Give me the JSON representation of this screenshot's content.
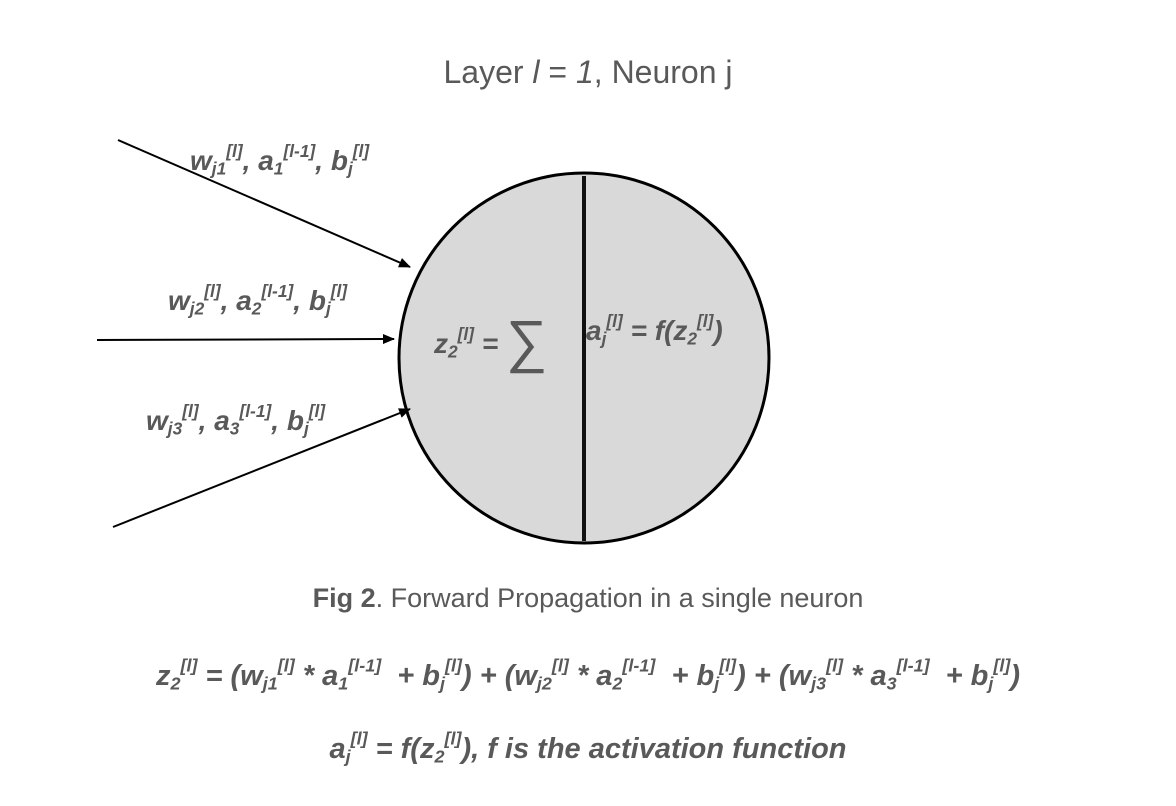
{
  "title": {
    "prefix": "Layer ",
    "var": "l",
    "mid": " = ",
    "num": "1",
    "suffix": ", Neuron j"
  },
  "inputs": [
    {
      "w": "w",
      "w_sub": "j1",
      "sup_l": "[l]",
      "a": "a",
      "a_sub": "1",
      "a_sup": "[l-1]",
      "b": "b",
      "b_sub": "j",
      "b_sup": "[l]",
      "sep": ", "
    },
    {
      "w": "w",
      "w_sub": "j2",
      "sup_l": "[l]",
      "a": "a",
      "a_sub": "2",
      "a_sup": "[l-1]",
      "b": "b",
      "b_sub": "j",
      "b_sup": "[l]",
      "sep": ", "
    },
    {
      "w": "w",
      "w_sub": "j3",
      "sup_l": "[l]",
      "a": "a",
      "a_sub": "3",
      "a_sup": "[l-1]",
      "b": "b",
      "b_sub": "j",
      "b_sup": "[l]",
      "sep": ", "
    }
  ],
  "neuron": {
    "sum_lhs": "z",
    "sum_sub": "2",
    "sum_sup": "[l]",
    "eq": " = ",
    "sigma": "∑",
    "act_lhs": "a",
    "act_sub": "j",
    "act_sup": "[l]",
    "act_rhs_pre": " = f(z",
    "act_rhs_sub": "2",
    "act_rhs_sup": "[l]",
    "act_rhs_post": ")"
  },
  "caption": {
    "bold": "Fig 2",
    "rest": ". Forward Propagation in a single neuron"
  },
  "equation1": {
    "lhs": "z",
    "lhs_sub": "2",
    "lhs_sup": "[l]",
    "eq": " = ",
    "terms": [
      {
        "open": "(w",
        "w_sub": "j1",
        "w_sup": "[l]",
        "mul": " * a",
        "a_sub": "1",
        "a_sup": "[l-1]",
        "plus": "  + b",
        "b_sub": "j",
        "b_sup": "[l]",
        "close": ")"
      },
      {
        "open": "(w",
        "w_sub": "j2",
        "w_sup": "[l]",
        "mul": " * a",
        "a_sub": "2",
        "a_sup": "[l-1]",
        "plus": "  + b",
        "b_sub": "j",
        "b_sup": "[l]",
        "close": ")"
      },
      {
        "open": "(w",
        "w_sub": "j3",
        "w_sup": "[l]",
        "mul": " * a",
        "a_sub": "3",
        "a_sup": "[l-1]",
        "plus": "  + b",
        "b_sub": "j",
        "b_sup": "[l]",
        "close": ")"
      }
    ],
    "join": " + "
  },
  "equation2": {
    "lhs": "a",
    "lhs_sub": "j",
    "lhs_sup": "[l]",
    "mid": " = f(z",
    "mid_sub": "2",
    "mid_sup": "[l]",
    "rest": "), f is the activation function"
  }
}
